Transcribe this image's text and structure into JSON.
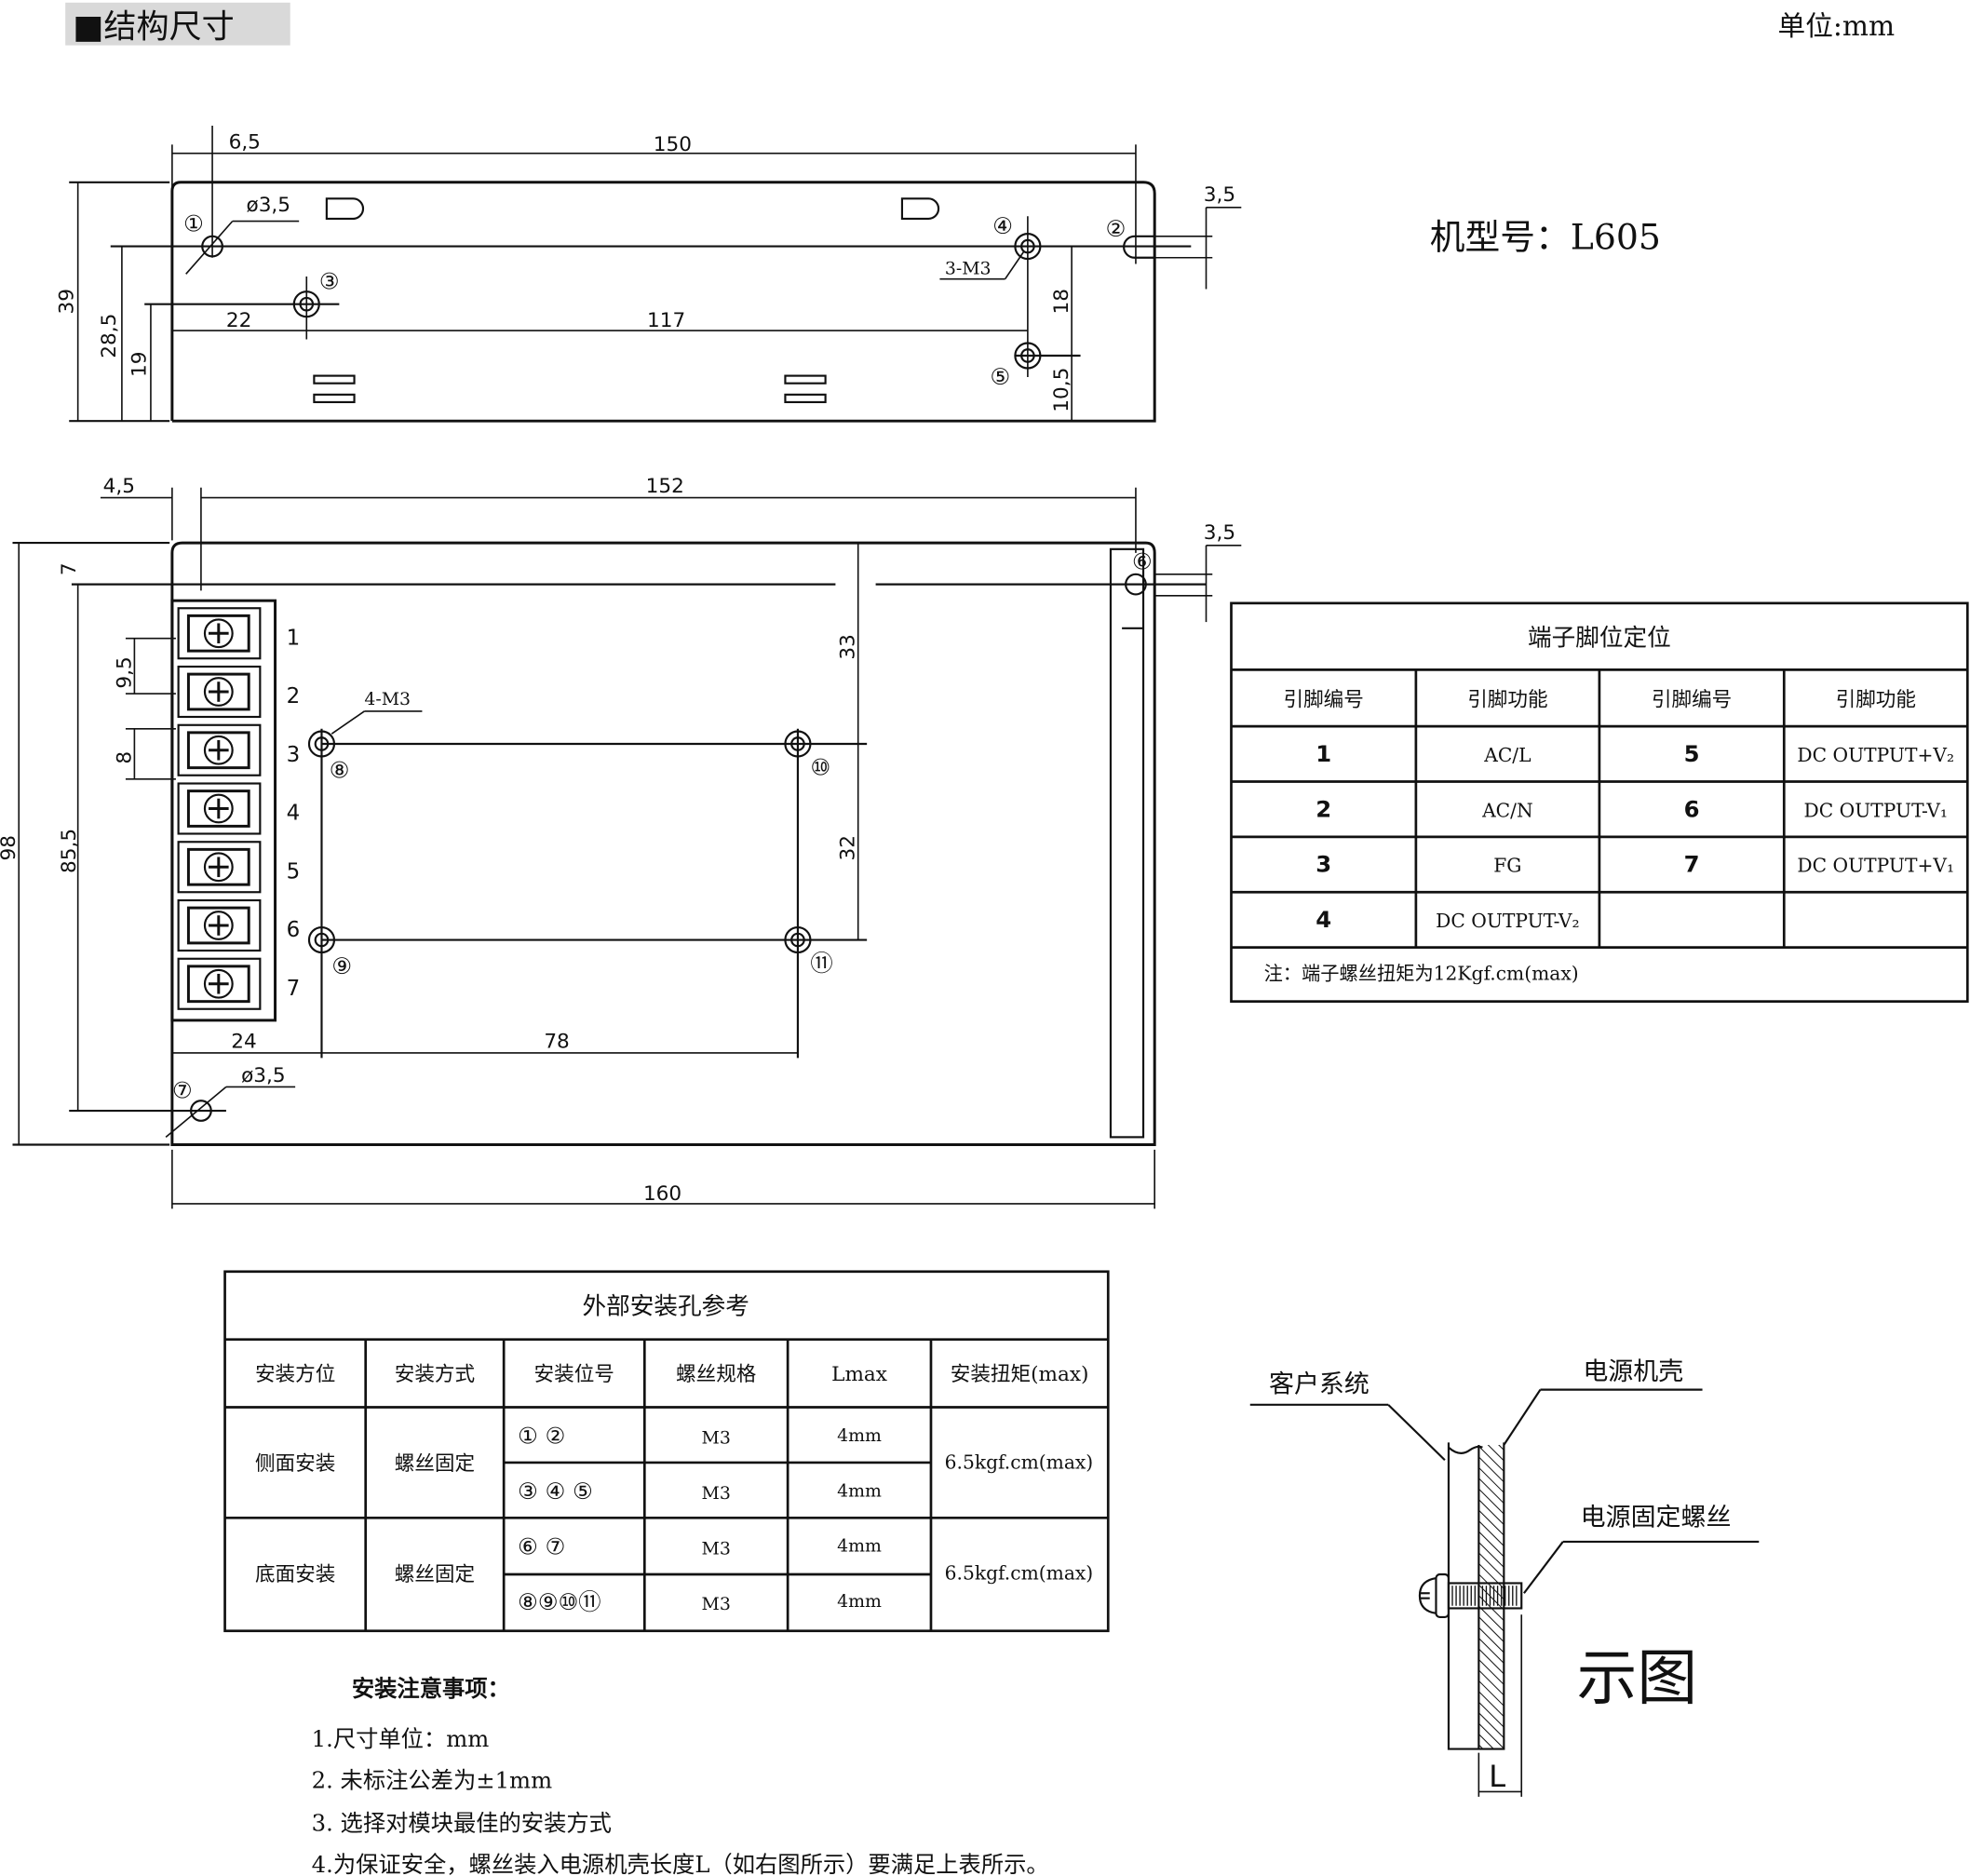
{
  "header": {
    "title": "■结构尺寸",
    "unit": "单位:mm",
    "model": "机型号：L605"
  },
  "top_view": {
    "dims": {
      "d6_5": "6,5",
      "d150": "150",
      "d3_5": "3,5",
      "d39": "39",
      "d28_5": "28,5",
      "d19": "19",
      "d22": "22",
      "d117": "117",
      "d18": "18",
      "d10_5": "10,5",
      "hole_dia": "ø3,5",
      "m3": "3-M3"
    },
    "holes": [
      "①",
      "②",
      "③",
      "④",
      "⑤"
    ]
  },
  "bottom_view": {
    "dims": {
      "d4_5": "4,5",
      "d152": "152",
      "d3_5": "3,5",
      "d7": "7",
      "d98": "98",
      "d85_5": "85,5",
      "d9_5": "9,5",
      "d8": "8",
      "d33": "33",
      "d32": "32",
      "d24": "24",
      "d78": "78",
      "d160": "160",
      "hole_dia": "ø3,5",
      "m3": "4-M3"
    },
    "holes": [
      "⑥",
      "⑦",
      "⑧",
      "⑨",
      "⑩",
      "⑪"
    ],
    "terminals": [
      "1",
      "2",
      "3",
      "4",
      "5",
      "6",
      "7"
    ]
  },
  "pin_table": {
    "title": "端子脚位定位",
    "headers": [
      "引脚编号",
      "引脚功能",
      "引脚编号",
      "引脚功能"
    ],
    "rows": [
      [
        "1",
        "AC/L",
        "5",
        "DC OUTPUT+V₂"
      ],
      [
        "2",
        "AC/N",
        "6",
        "DC OUTPUT-V₁"
      ],
      [
        "3",
        "FG",
        "7",
        "DC OUTPUT+V₁"
      ],
      [
        "4",
        "DC OUTPUT-V₂",
        "",
        ""
      ]
    ],
    "note": "注：端子螺丝扭矩为12Kgf.cm(max)"
  },
  "mount_table": {
    "title": "外部安装孔参考",
    "headers": [
      "安装方位",
      "安装方式",
      "安装位号",
      "螺丝规格",
      "Lmax",
      "安装扭矩(max)"
    ],
    "groups": [
      {
        "position": "侧面安装",
        "method": "螺丝固定",
        "torque": "6.5kgf.cm(max)",
        "rows": [
          {
            "holes": "①  ②",
            "screw": "M3",
            "lmax": "4mm"
          },
          {
            "holes": "③  ④  ⑤",
            "screw": "M3",
            "lmax": "4mm"
          }
        ]
      },
      {
        "position": "底面安装",
        "method": "螺丝固定",
        "torque": "6.5kgf.cm(max)",
        "rows": [
          {
            "holes": "⑥  ⑦",
            "screw": "M3",
            "lmax": "4mm"
          },
          {
            "holes": "⑧⑨⑩⑪",
            "screw": "M3",
            "lmax": "4mm"
          }
        ]
      }
    ]
  },
  "notes": {
    "title": "安装注意事项：",
    "items": [
      "1.尺寸单位：mm",
      "2. 未标注公差为±1mm",
      "3. 选择对模块最佳的安装方式",
      "4.为保证安全，螺丝装入电源机壳长度L（如右图所示）要满足上表所示。"
    ]
  },
  "diagram": {
    "customer": "客户系统",
    "case": "电源机壳",
    "screw": "电源固定螺丝",
    "caption": "示图",
    "length": "L"
  }
}
